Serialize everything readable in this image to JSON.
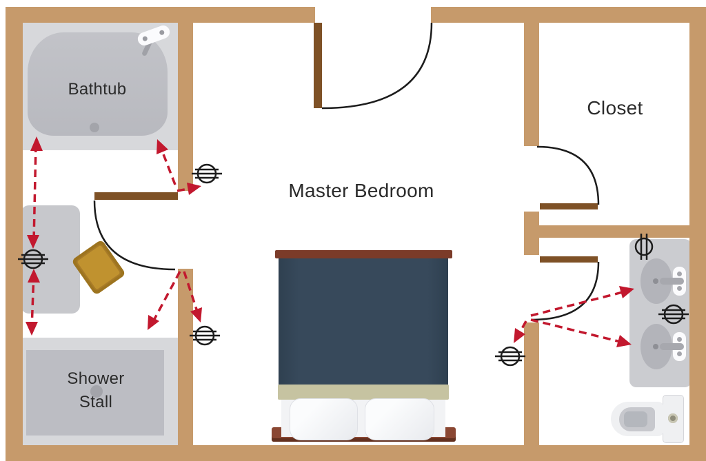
{
  "floor_plan": {
    "type": "residential master suite plan with lighting-fixture symbols and red connection arrows",
    "labels": {
      "bathtub": "Bathtub",
      "shower_line1": "Shower",
      "shower_line2": "Stall",
      "master_bedroom": "Master Bedroom",
      "closet": "Closet"
    },
    "rooms": [
      {
        "id": "bathroom",
        "fixtures": [
          "bathtub",
          "vanity-counter",
          "hamper",
          "shower-stall"
        ]
      },
      {
        "id": "master-bedroom",
        "fixtures": [
          "double-bed"
        ]
      },
      {
        "id": "closet",
        "fixtures": []
      },
      {
        "id": "master-bathroom",
        "fixtures": [
          "double-sink-vanity",
          "toilet"
        ]
      }
    ],
    "symbols": {
      "light_fixture_symbol": "circle crossed by short parallel lines",
      "light_fixture_count": 6,
      "door_swing_arc": "quarter-circle arc",
      "door_count": 4,
      "arrow_style": "red dashed lines with solid arrowheads",
      "arrow_count": 9
    },
    "colors": {
      "wall": "#c69a6b",
      "door_panel": "#7e5126",
      "arrow_red": "#c2182e",
      "outline_black": "#1c1c1c",
      "surround_gray": "#d7d8db",
      "fixture_gray": "#bcbdc3",
      "bed_comforter": "#35485a",
      "bed_band": "#c6c3a1",
      "bed_headboard": "#8a4733",
      "hamper_gold": "#bf9130",
      "label_text": "#2b2b2b"
    }
  }
}
